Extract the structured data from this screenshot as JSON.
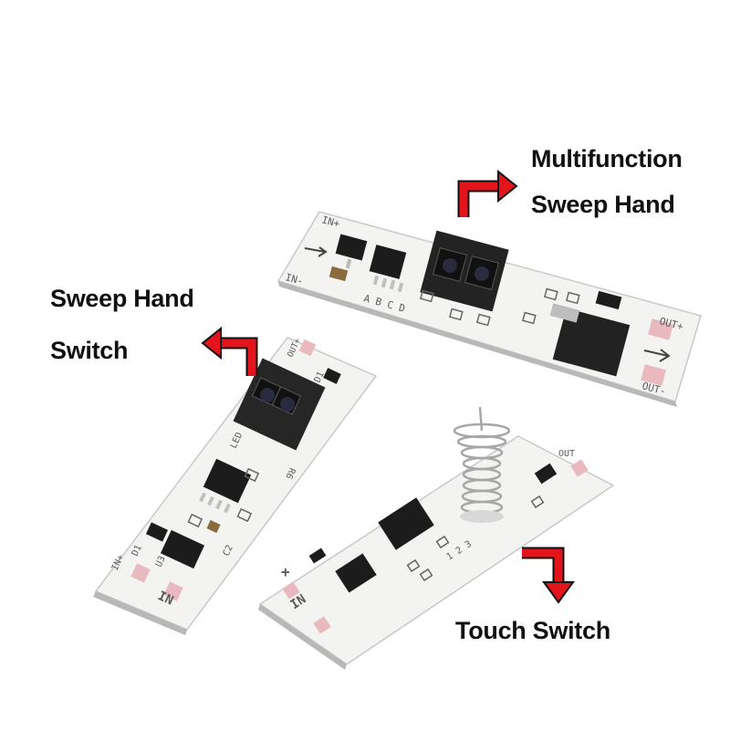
{
  "captions": {
    "multifunction_line1": "Multifunction",
    "multifunction_line2": "Sweep Hand",
    "sweep_line1": "Sweep Hand",
    "sweep_line2": "Switch",
    "touch": "Touch Switch"
  },
  "boards": {
    "multifunction": {
      "in_plus": "IN+",
      "in_minus": "IN-",
      "out_plus": "OUT+",
      "out_minus": "OUT-",
      "jumper_labels": "A B C D"
    },
    "sweep": {
      "in_plus": "IN+",
      "in": "IN",
      "out_plus": "OUT+",
      "led": "LED",
      "r6": "R6",
      "d1": "D1",
      "u3": "U3",
      "c2": "C2"
    },
    "touch": {
      "in": "IN",
      "out": "OUT",
      "plus": "+",
      "jumper_numbers": "1 2 3"
    }
  },
  "colors": {
    "arrow_red": "#e3141b",
    "pcb_white": "#f3f3f1",
    "chip_black": "#1c1c1c",
    "pad_pink": "#e9b9c0",
    "silkscreen": "#5a5a5a"
  }
}
